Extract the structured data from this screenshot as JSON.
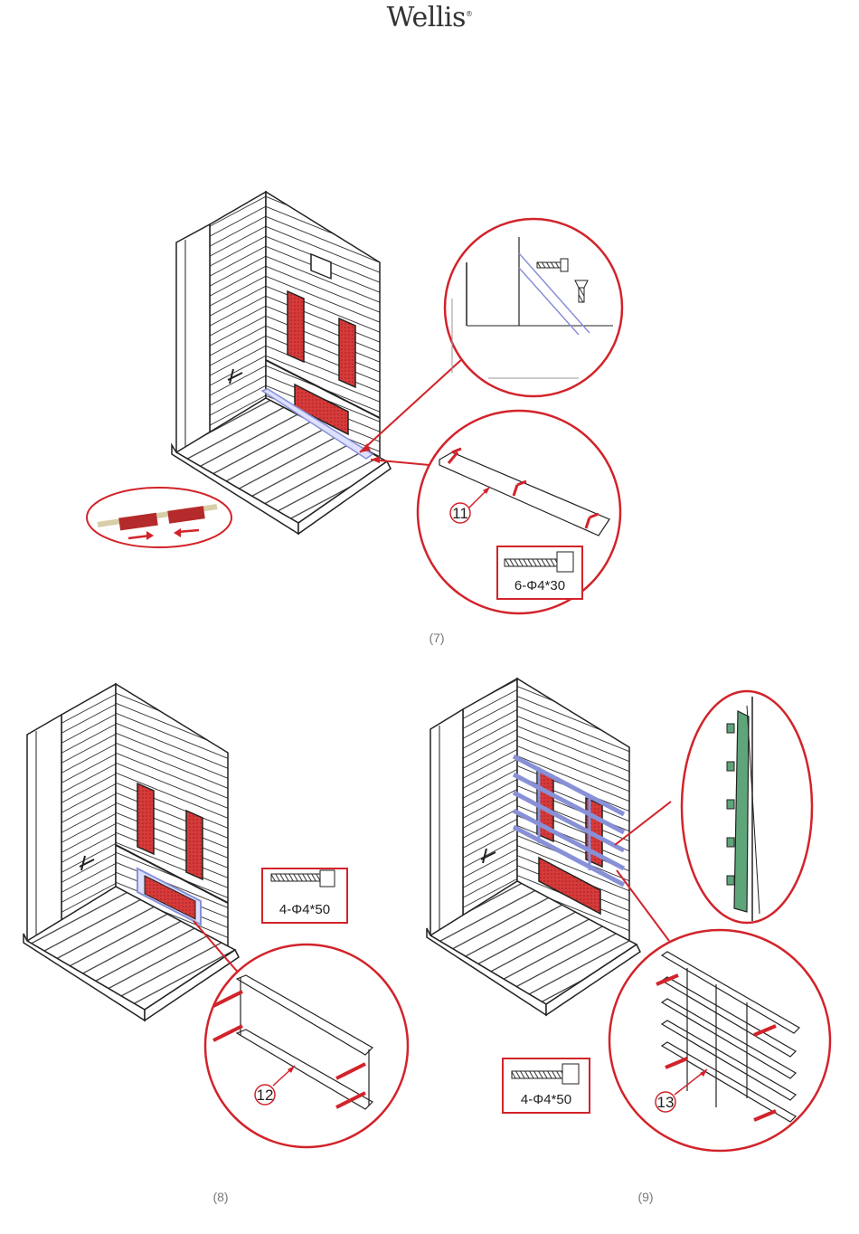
{
  "brand": {
    "name": "Wellis",
    "mark": "®"
  },
  "colors": {
    "accent_red": "#d2232a",
    "heater_red": "#d63a3a",
    "rail_blue": "#8890d8",
    "panel_green": "#5fa57a"
  },
  "steps": [
    {
      "label": "(7)",
      "part_number": "11",
      "screw_spec": "6-Φ4*30"
    },
    {
      "label": "(8)",
      "part_number": "12",
      "screw_spec": "4-Φ4*50"
    },
    {
      "label": "(9)",
      "part_number": "13",
      "screw_spec": "4-Φ4*50"
    }
  ]
}
